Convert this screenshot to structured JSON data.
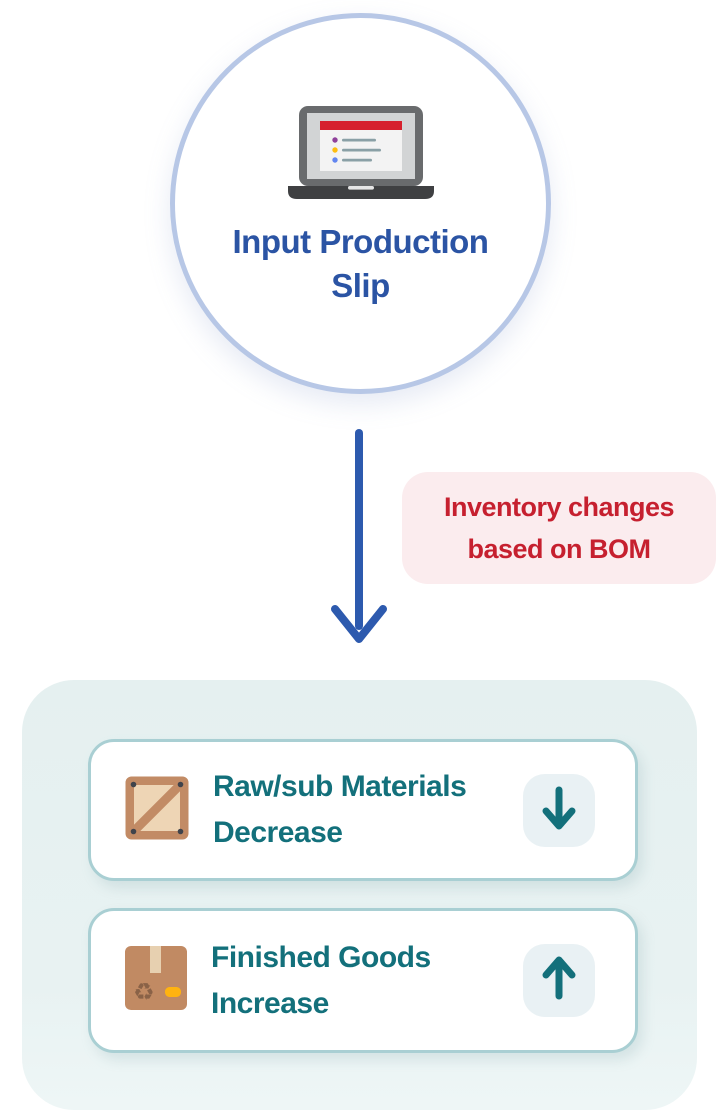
{
  "step_circle": {
    "title": "Input Production Slip",
    "icon": "laptop-with-production-list"
  },
  "connector": {
    "note": "Inventory changes based on BOM"
  },
  "outcome_cards": {
    "items": [
      {
        "label": "Raw/sub Materials Decrease",
        "icon": "wooden-crate",
        "direction": "down"
      },
      {
        "label": "Finished Goods Increase",
        "icon": "package-box",
        "direction": "up"
      }
    ]
  },
  "colors": {
    "title_blue": "#2b54a4",
    "arrow_blue": "#2d5aae",
    "note_red": "#c6202f",
    "note_bg": "#fbecee",
    "teal_text": "#13707b",
    "card_border": "#a9cfd3",
    "group_bg": "#e7f1f1",
    "chip_bg": "#e9f1f4",
    "laptop_red_bar": "#d6212e",
    "crate_brown": "#c28b65",
    "crate_tan": "#eed5b5",
    "box_brown": "#c18a63",
    "box_label_yellow": "#ffb310"
  }
}
